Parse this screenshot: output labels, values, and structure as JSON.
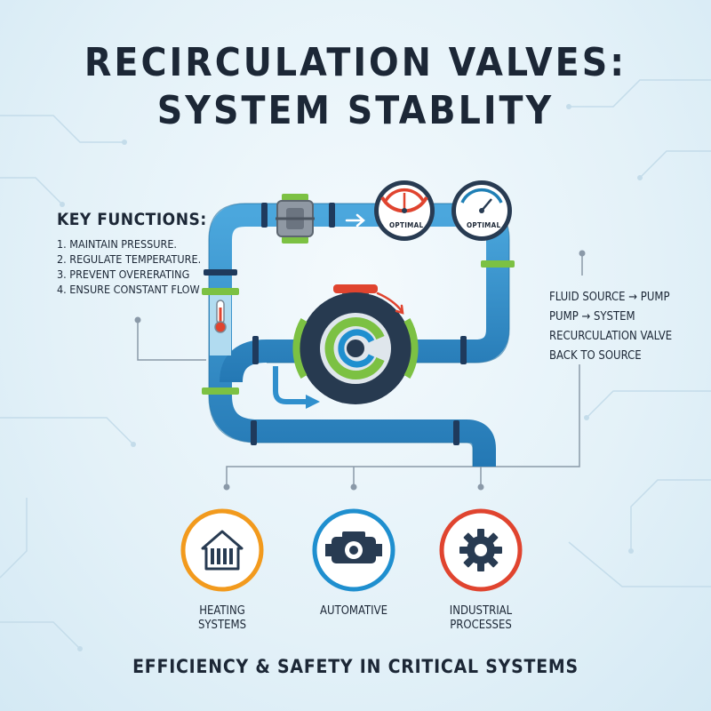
{
  "title": {
    "line1": "RECIRCULATION VALVES:",
    "line2": "SYSTEM STABLITY"
  },
  "key_functions": {
    "heading": "KEY FUNCTIONS:",
    "items": [
      "1. MAINTAIN PRESSURE.",
      "2. REGULATE TEMPERATURE.",
      "3. PREVENT OVERERATING",
      "4. ENSURE CONSTANT FLOW"
    ]
  },
  "gauges": [
    {
      "label": "OPTIMAL",
      "accent": "#e0442f"
    },
    {
      "label": "OPTIMAL",
      "accent": "#1f7fb5"
    }
  ],
  "flow_path": [
    "FLUID SOURCE → PUMP",
    "PUMP → SYSTEM",
    "RECURCULATION VALVE",
    "BACK TO SOURCE"
  ],
  "applications": [
    {
      "line1": "HEATING",
      "line2": "SYSTEMS",
      "icon": "house-radiator-icon",
      "color": "#f29a1d"
    },
    {
      "line1": "AUTOMATIVE",
      "line2": "",
      "icon": "engine-icon",
      "color": "#1f8fcf"
    },
    {
      "line1": "INDUSTRIAL",
      "line2": "PROCESSES",
      "icon": "gear-icon",
      "color": "#e0442f"
    }
  ],
  "footer": "EFFICIENCY & SAFETY IN CRITICAL SYSTEMS",
  "colors": {
    "pipe": "#2f8fcd",
    "pipe_dark": "#1f6e9f",
    "band_green": "#7cc143",
    "band_navy": "#1f3a5c",
    "text": "#1c2736"
  }
}
